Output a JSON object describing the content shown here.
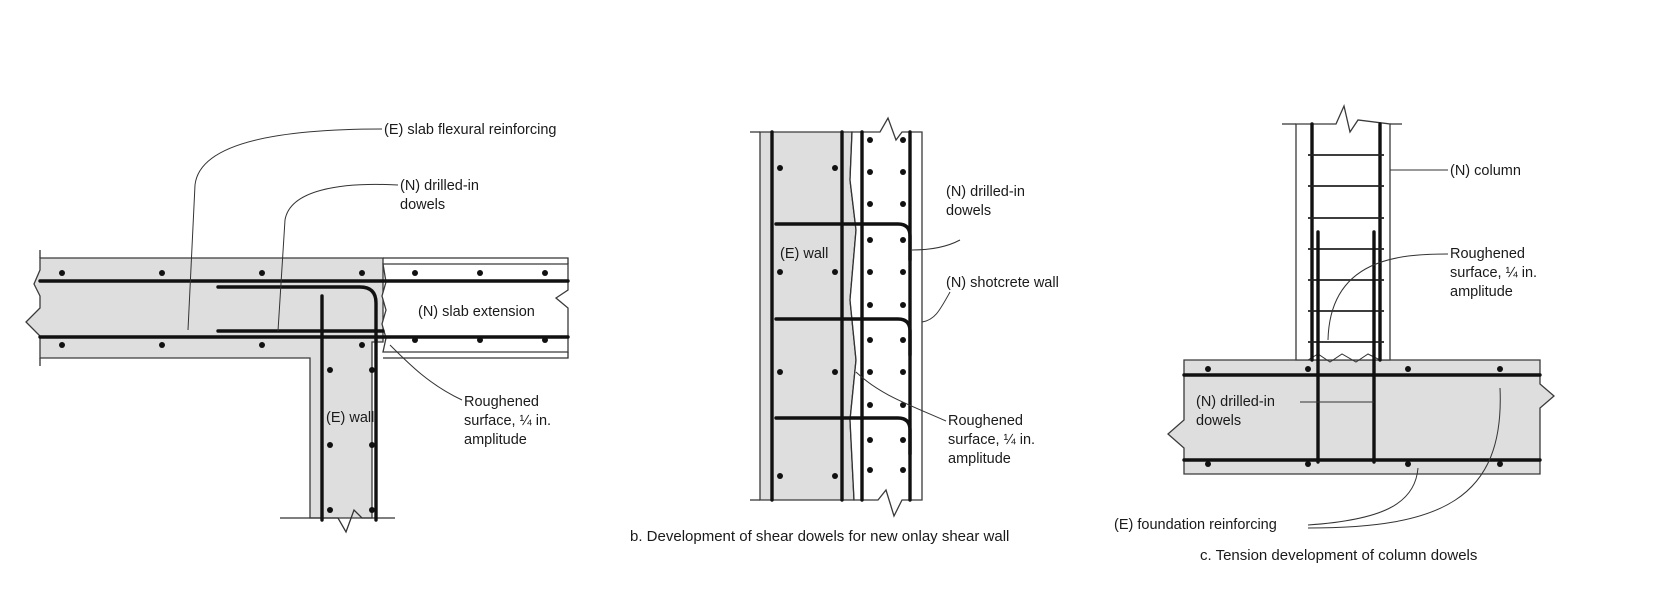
{
  "panel_a": {
    "labels": {
      "slab_reinf": "(E) slab flexural reinforcing",
      "dowels_1": "(N) drilled-in",
      "dowels_2": "dowels",
      "slab_ext": "(N) slab extension",
      "rough_1": "Roughened",
      "rough_2": "surface, ¼ in.",
      "rough_3": "amplitude",
      "wall": "(E) wall"
    }
  },
  "panel_b": {
    "labels": {
      "dowels_1": "(N) drilled-in",
      "dowels_2": "dowels",
      "wall": "(E) wall",
      "shotcrete": "(N) shotcrete wall",
      "rough_1": "Roughened",
      "rough_2": "surface, ¼ in.",
      "rough_3": "amplitude"
    },
    "caption": "b. Development of shear dowels for new onlay shear wall"
  },
  "panel_c": {
    "labels": {
      "column": "(N) column",
      "rough_1": "Roughened",
      "rough_2": "surface, ¼ in.",
      "rough_3": "amplitude",
      "dowels_1": "(N) drilled-in",
      "dowels_2": "dowels",
      "foundation": "(E) foundation reinforcing"
    },
    "caption": "c. Tension development of column dowels"
  }
}
